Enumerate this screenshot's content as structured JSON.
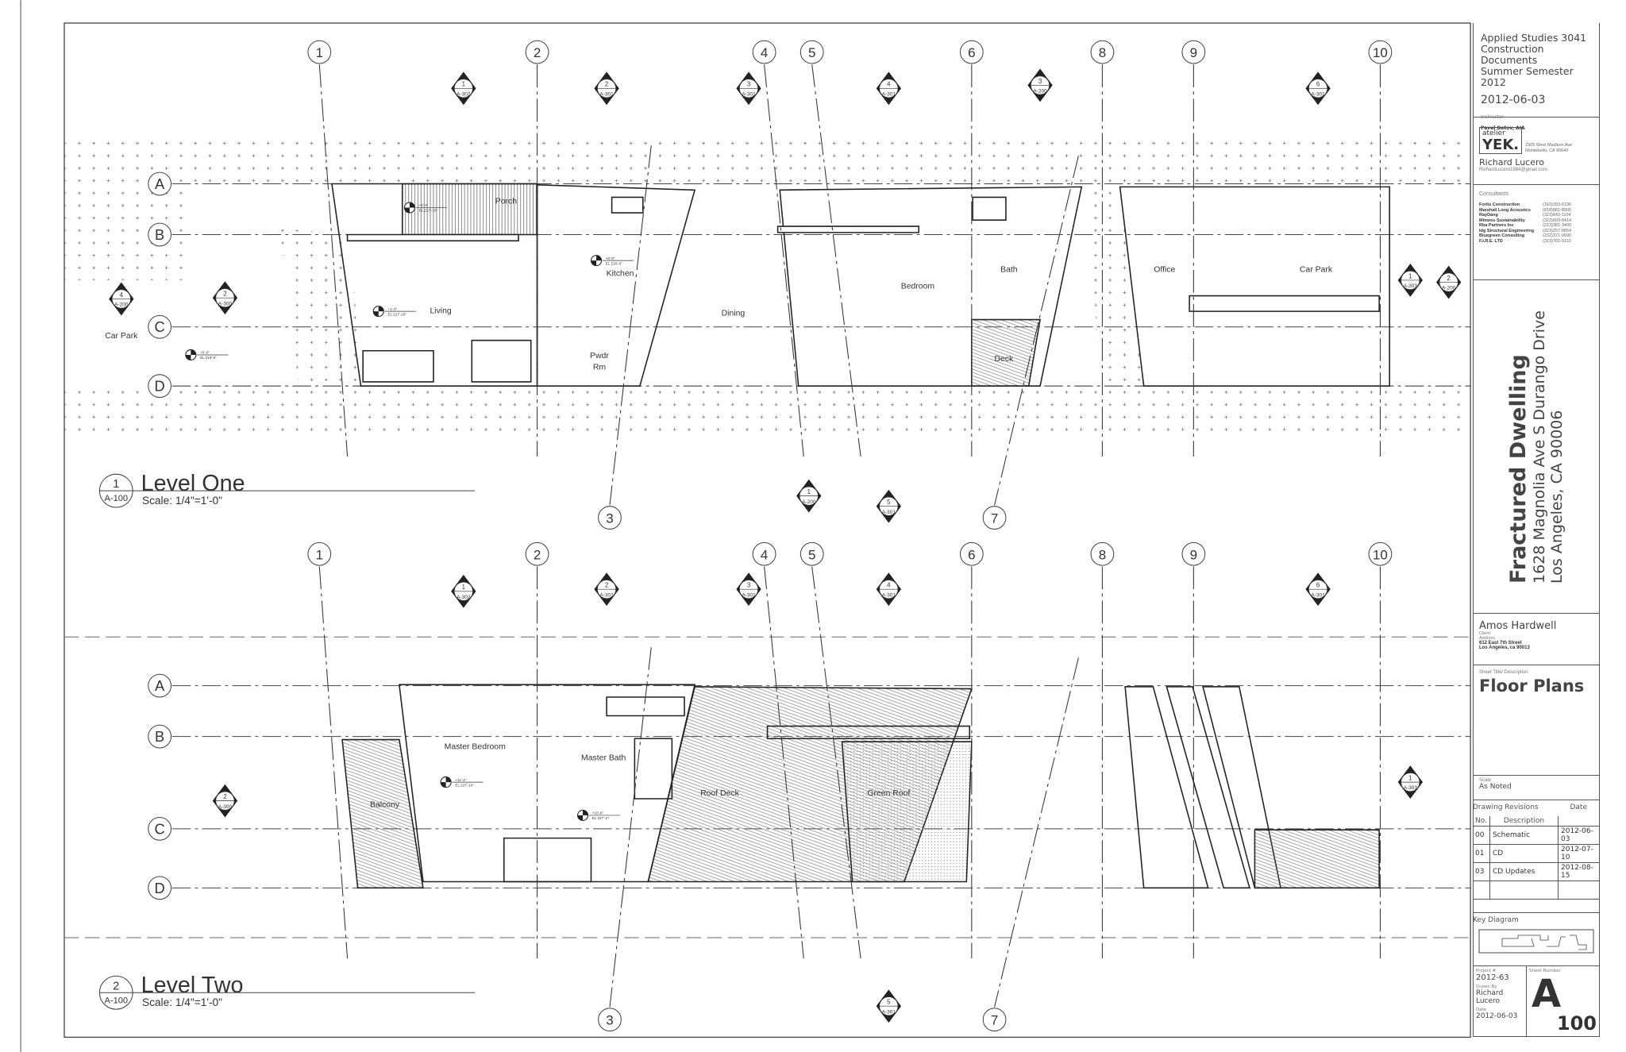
{
  "title_block": {
    "course": [
      "Applied Studies 3041",
      "Construction Documents",
      "Summer Semester 2012"
    ],
    "issue_date": "2012-06-03",
    "instructor_label": "Instructor",
    "instructor": "Pavel Getov, AIA",
    "logo_top": "atelier",
    "logo_main": "YEK.",
    "firm_address": [
      "2305 West Madison Ave",
      "Montebello, CA 90640"
    ],
    "designer": "Richard Lucero",
    "designer_email": "RichardLucero1984@gmail.com",
    "consultants_label": "Consultants",
    "consultants": [
      {
        "name": "Fortis Construction",
        "phone": "(310)393-6136"
      },
      {
        "name": "Marshall Long Acoustics",
        "phone": "(818)981-8005"
      },
      {
        "name": "RayDang",
        "phone": "(323)842-1104"
      },
      {
        "name": "Mimeos Sustainability",
        "phone": "(323)669-8414"
      },
      {
        "name": "Rba Partners Inc",
        "phone": "(213)381-3400"
      },
      {
        "name": "Idg Structural Engineering",
        "phone": "(323)257-8854"
      },
      {
        "name": "Bluegreen Consulting",
        "phone": "(232)221-9500"
      },
      {
        "name": "F.I.R.E. LTD",
        "phone": "(323)782-9110"
      }
    ],
    "project_title": "Fractured Dwelling",
    "project_address": [
      "1628 Magnolia Ave S Durango Drive",
      "Los Angeles, CA 90006"
    ],
    "client": "Amos Hardwell",
    "client_label": "Client",
    "address_label": "Address",
    "client_address": [
      "612 East 7th Street",
      "Los Angeles, ca 90013"
    ],
    "sheet_title_label": "Sheet Title/ Description",
    "sheet_title": "Floor Plans",
    "scale_label": "Scale",
    "scale": "As Noted",
    "revisions_label": "Drawing Revisions",
    "revisions_date_label": "Date",
    "revisions_headers": [
      "No.",
      "Description"
    ],
    "revisions": [
      {
        "no": "00",
        "desc": "Schematic",
        "date": "2012-06-03"
      },
      {
        "no": "01",
        "desc": "CD",
        "date": "2012-07-10"
      },
      {
        "no": "03",
        "desc": "CD Updates",
        "date": "2012-08-15"
      }
    ],
    "key_diagram_label": "Key Diagram",
    "project_no_label": "Project #",
    "project_no": "2012-63",
    "drawn_by_label": "Drawn By",
    "drawn_by": [
      "Richard",
      "Lucero"
    ],
    "date_label": "Date",
    "date": "2012-06-03",
    "sheet_number_label": "Sheet Number",
    "sheet_letter": "A",
    "sheet_number": "100"
  },
  "grid": {
    "columns": [
      "1",
      "2",
      "3",
      "4",
      "5",
      "6",
      "7",
      "8",
      "9",
      "10"
    ],
    "rows": [
      "A",
      "B",
      "C",
      "D"
    ]
  },
  "level_one": {
    "number": "1",
    "sheet": "A-100",
    "title": "Level One",
    "scale": "Scale: 1/4\"=1'-0\"",
    "rooms": [
      "Porch",
      "Kitchen",
      "Living",
      "Dining",
      "Pwdr",
      "Rm",
      "Bedroom",
      "Bath",
      "Office",
      "Car Park",
      "Deck",
      "Car Park"
    ],
    "markers": [
      {
        "num": "1",
        "sheet": "A-302"
      },
      {
        "num": "2",
        "sheet": "A-301"
      },
      {
        "num": "3",
        "sheet": "A-301"
      },
      {
        "num": "4",
        "sheet": "A-301"
      },
      {
        "num": "3",
        "sheet": "A-200"
      },
      {
        "num": "6",
        "sheet": "A-301"
      },
      {
        "num": "1",
        "sheet": "A-303"
      },
      {
        "num": "2",
        "sheet": "A-200"
      },
      {
        "num": "4",
        "sheet": "A-200"
      },
      {
        "num": "2",
        "sheet": "A-300"
      },
      {
        "num": "1",
        "sheet": "A-200"
      },
      {
        "num": "5",
        "sheet": "A-301"
      }
    ],
    "elevations": [
      {
        "rel": "+1'-4\"",
        "el": "EL 217'-10\""
      },
      {
        "rel": "+1'-4\"",
        "el": "EL 217'-10\""
      },
      {
        "rel": "+0'-0\"",
        "el": "EL 216'-6\""
      },
      {
        "rel": "+0'-0\"",
        "el": "EL 216'-6\""
      }
    ]
  },
  "level_two": {
    "number": "2",
    "sheet": "A-100",
    "title": "Level Two",
    "scale": "Scale: 1/4\"=1'-0\"",
    "rooms": [
      "Master Bedroom",
      "Master Bath",
      "Balcony",
      "Roof Deck",
      "Green Roof"
    ],
    "markers": [
      {
        "num": "1",
        "sheet": "A-302"
      },
      {
        "num": "2",
        "sheet": "A-301"
      },
      {
        "num": "3",
        "sheet": "A-301"
      },
      {
        "num": "4",
        "sheet": "A-301"
      },
      {
        "num": "6",
        "sheet": "A-301"
      },
      {
        "num": "1",
        "sheet": "A-303"
      },
      {
        "num": "2",
        "sheet": "A-300"
      },
      {
        "num": "5",
        "sheet": "A-301"
      }
    ],
    "elevations": [
      {
        "rel": "+11'-4\"",
        "el": "EL 227'-10\""
      },
      {
        "rel": "+10'-8\"",
        "el": "EL 227'-2\""
      }
    ]
  }
}
